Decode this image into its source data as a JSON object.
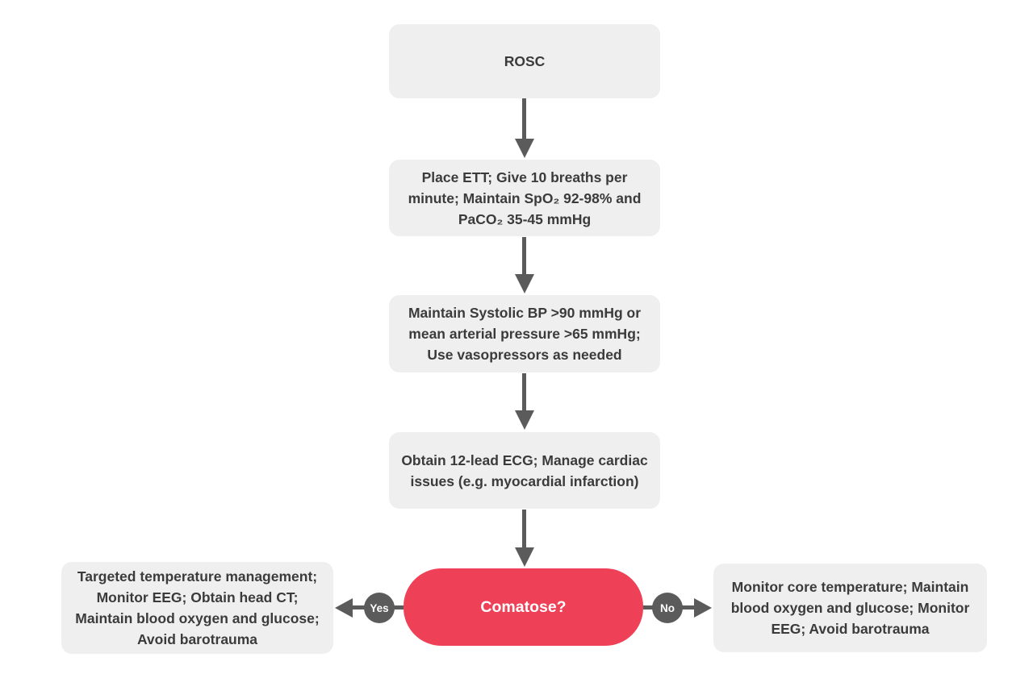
{
  "flowchart": {
    "description": "Post-cardiac-arrest (ROSC) care algorithm flowchart",
    "nodes": [
      {
        "id": "rosc",
        "type": "process",
        "label": "ROSC"
      },
      {
        "id": "ventilation",
        "type": "process",
        "label": "Place ETT; Give 10 breaths per minute; Maintain SpO₂ 92-98% and PaCO₂ 35-45 mmHg"
      },
      {
        "id": "blood-pressure",
        "type": "process",
        "label": "Maintain Systolic BP >90 mmHg or mean arterial pressure >65 mmHg; Use vasopressors as needed"
      },
      {
        "id": "ecg",
        "type": "process",
        "label": "Obtain 12-lead ECG; Manage cardiac issues (e.g. myocardial infarction)"
      },
      {
        "id": "comatose",
        "type": "decision",
        "label": "Comatose?"
      },
      {
        "id": "ttm",
        "type": "process",
        "label": "Targeted temperature management; Monitor EEG; Obtain head CT; Maintain blood oxygen and glucose; Avoid barotrauma"
      },
      {
        "id": "monitoring",
        "type": "process",
        "label": "Monitor core temperature; Maintain blood oxygen and glucose; Monitor EEG; Avoid barotrauma"
      }
    ],
    "edges": [
      {
        "from": "rosc",
        "to": "ventilation",
        "label": ""
      },
      {
        "from": "ventilation",
        "to": "blood-pressure",
        "label": ""
      },
      {
        "from": "blood-pressure",
        "to": "ecg",
        "label": ""
      },
      {
        "from": "ecg",
        "to": "comatose",
        "label": ""
      },
      {
        "from": "comatose",
        "to": "ttm",
        "label": "Yes"
      },
      {
        "from": "comatose",
        "to": "monitoring",
        "label": "No"
      }
    ],
    "colors": {
      "background": "#ffffff",
      "node_fill": "#efefef",
      "node_text": "#3b3b3b",
      "decision_fill": "#ee4056",
      "decision_text": "#ffffff",
      "connector": "#5b5b5b",
      "edge_badge_fill": "#5b5b5b",
      "edge_badge_text": "#ffffff"
    }
  }
}
